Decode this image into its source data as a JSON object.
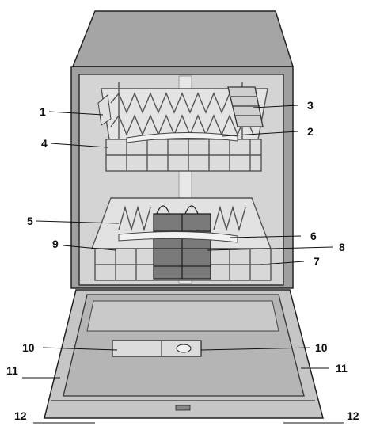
{
  "diagram": {
    "subject": "open dishwasher front view",
    "colors": {
      "body": "#a9a9a9",
      "body_dark": "#8c8c8c",
      "cavity": "#d2d2d2",
      "rack_wire": "#555555",
      "door": "#c4c4c4",
      "door_panel": "#b3b3b3",
      "outline": "#222222"
    },
    "callouts": [
      {
        "id": "1",
        "label": "1"
      },
      {
        "id": "2",
        "label": "2"
      },
      {
        "id": "3",
        "label": "3"
      },
      {
        "id": "4",
        "label": "4"
      },
      {
        "id": "5",
        "label": "5"
      },
      {
        "id": "6",
        "label": "6"
      },
      {
        "id": "7",
        "label": "7"
      },
      {
        "id": "8",
        "label": "8"
      },
      {
        "id": "9",
        "label": "9"
      },
      {
        "id": "10a",
        "label": "10"
      },
      {
        "id": "10b",
        "label": "10"
      },
      {
        "id": "11a",
        "label": "11"
      },
      {
        "id": "11b",
        "label": "11"
      },
      {
        "id": "12a",
        "label": "12"
      },
      {
        "id": "12b",
        "label": "12"
      }
    ]
  }
}
